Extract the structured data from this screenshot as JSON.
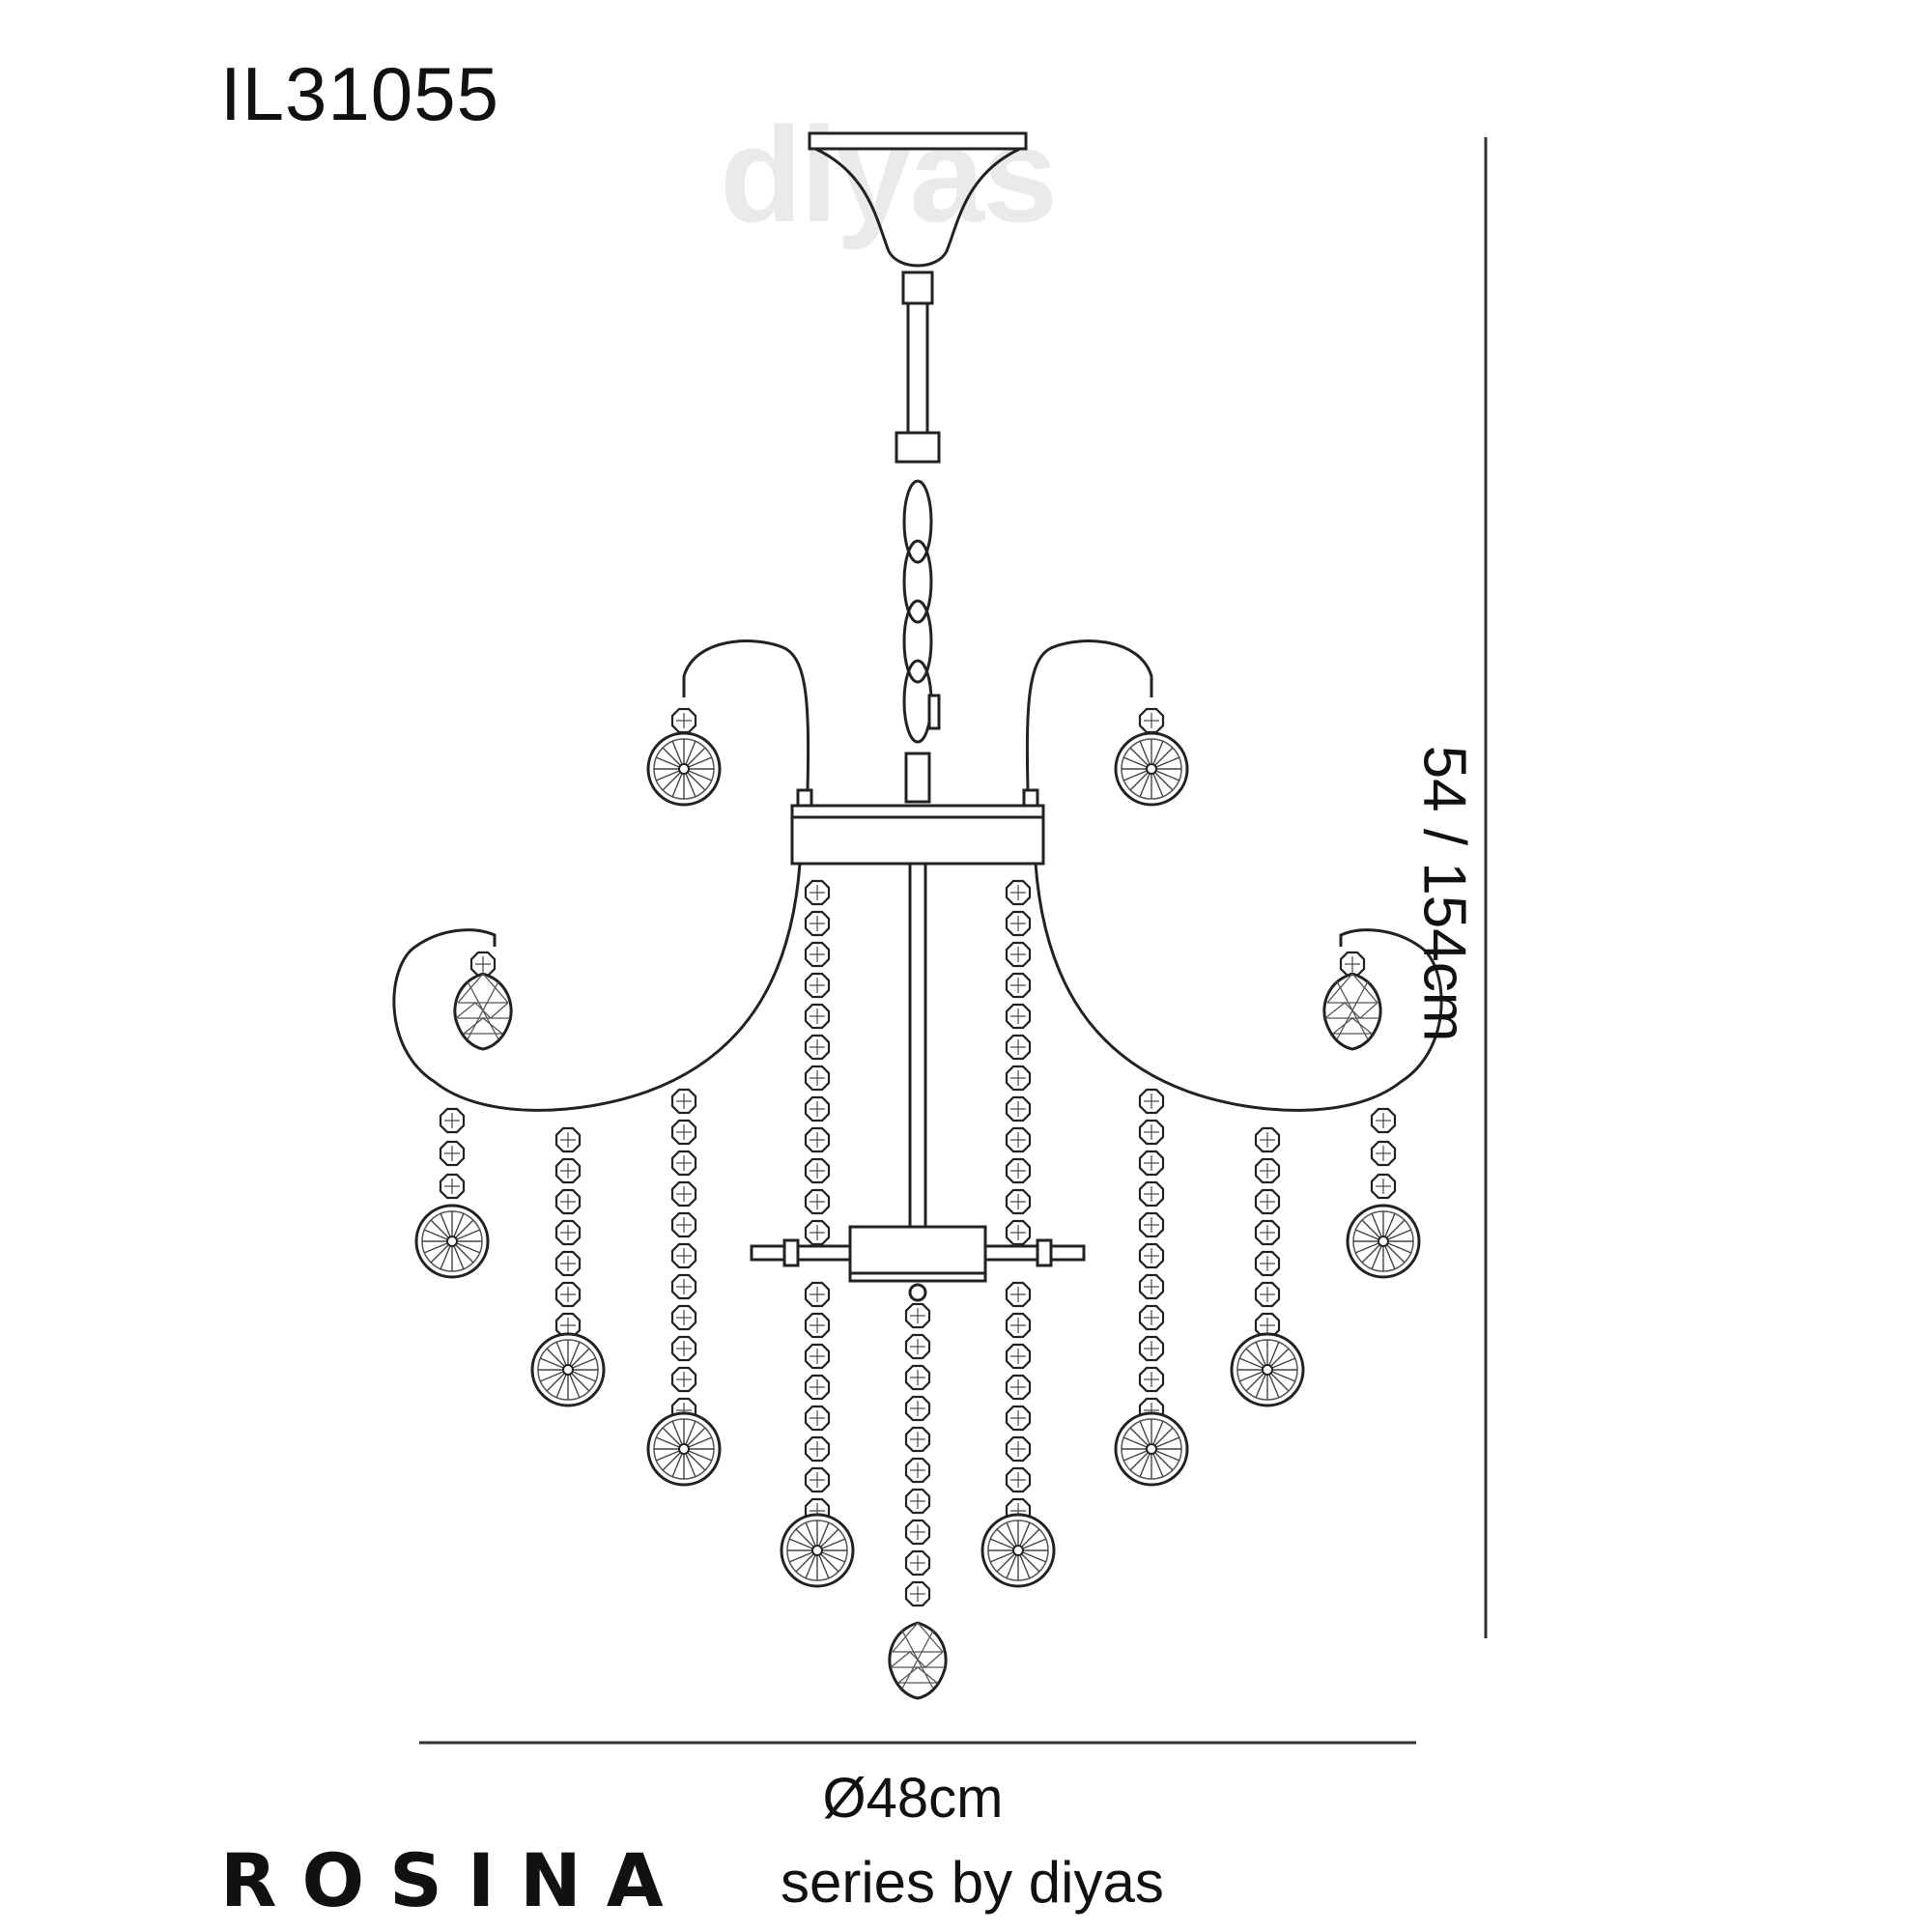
{
  "product": {
    "code": "IL31055",
    "watermark": "diyas",
    "series_name": "ROSINA",
    "series_by": "series by diyas"
  },
  "dimensions": {
    "height": "54 / 154cm",
    "diameter": "Ø48cm"
  },
  "colors": {
    "line": "#222222",
    "watermark": "#eaeaea"
  }
}
